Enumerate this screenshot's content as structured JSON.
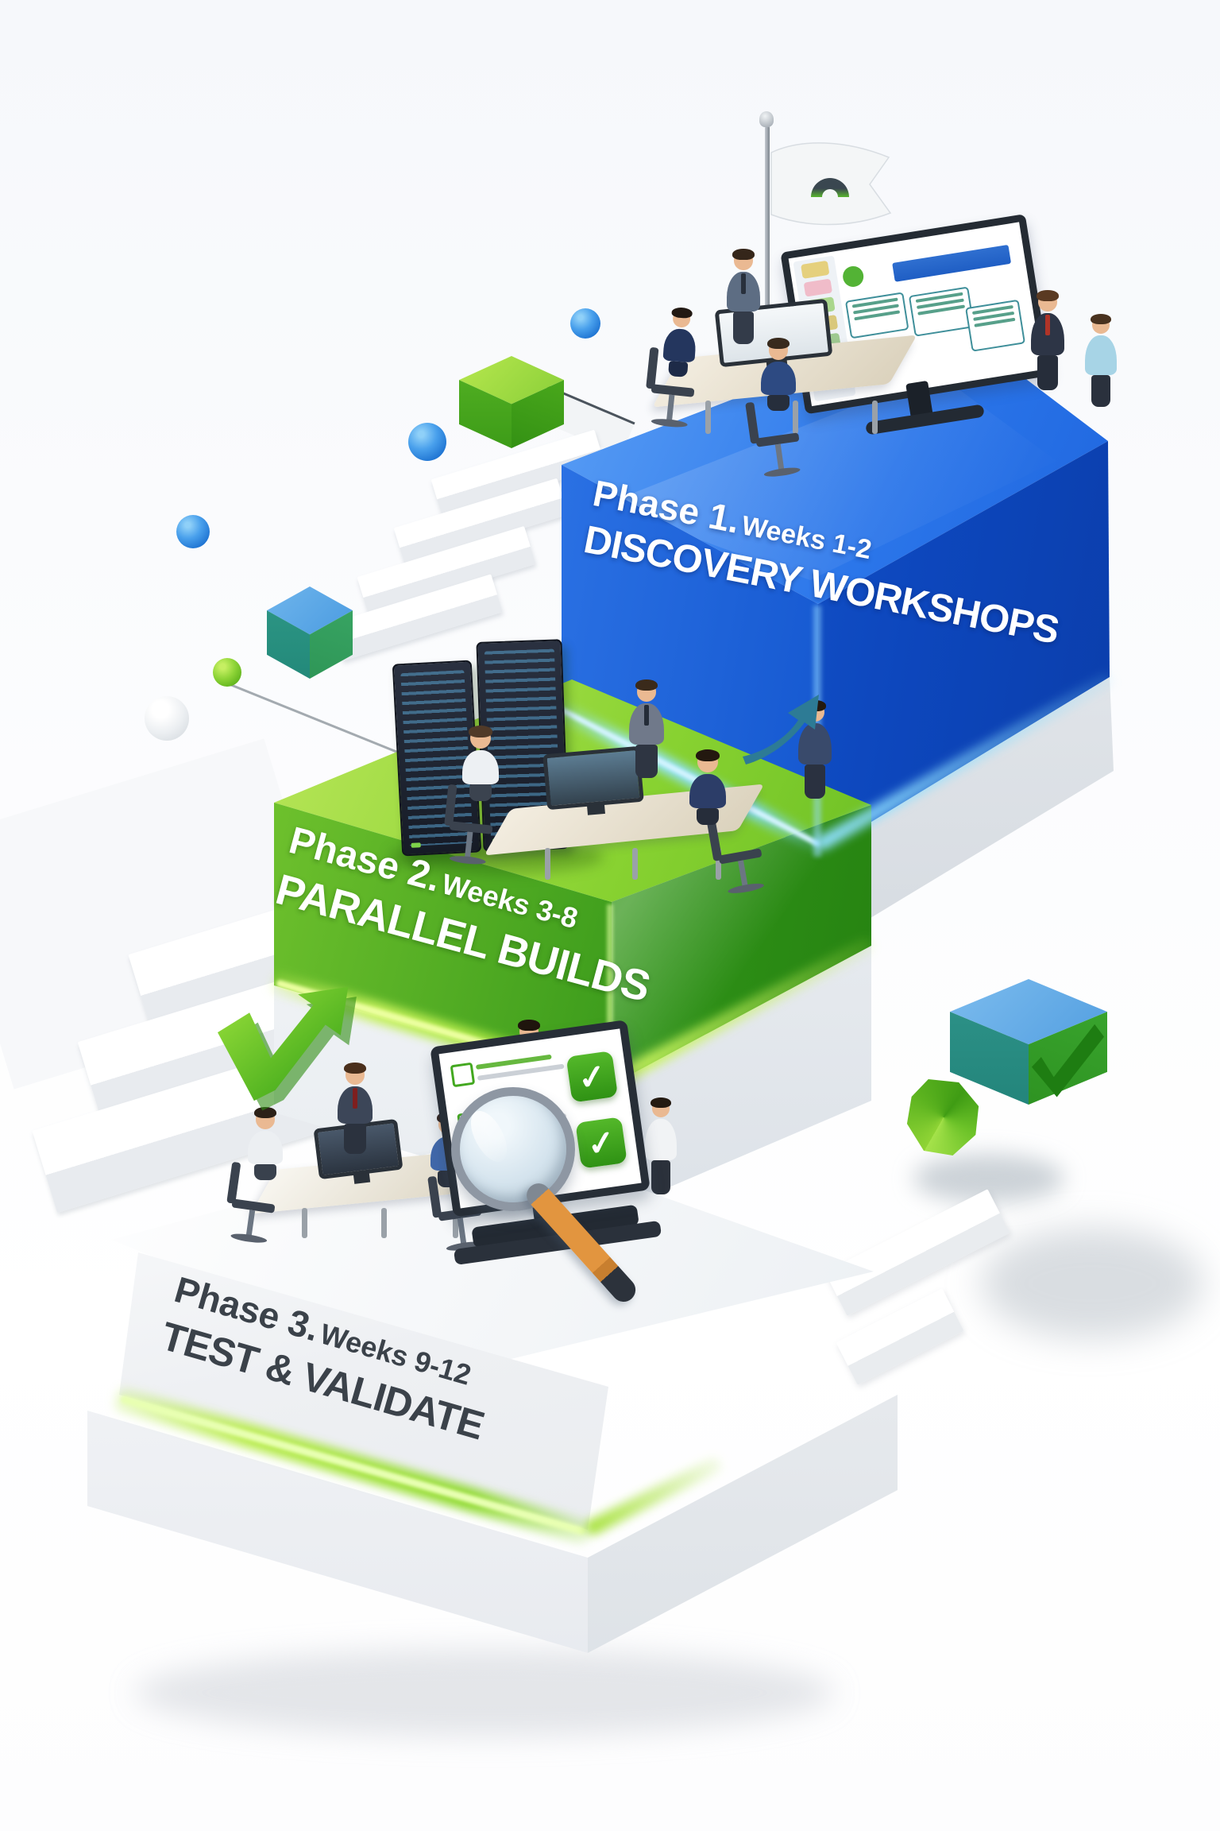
{
  "meta": {
    "description": "Isometric 3D infographic of a three-phase project roadmap rendered as stacked glowing blocks with miniature team scenes",
    "style": "3d-isometric-infographic"
  },
  "palette": {
    "phase1_blue": "#1254cd",
    "phase1_glow_cyan": "#7fd9ff",
    "phase2_green": "#3f9e1d",
    "phase2_glow_lime": "#cdf25e",
    "phase3_white": "#eef0f3",
    "phase3_glow_green": "#9ade35",
    "background": "#fafbfd",
    "text_light": "#ffffff",
    "text_dark": "#3b424a"
  },
  "phases": [
    {
      "phase_label": "Phase 1.",
      "weeks_label": "Weeks 1-2",
      "title": "DISCOVERY WORKSHOPS",
      "block_color": "blue",
      "scene": "team meeting at conference table with presentation screen and milestone flag"
    },
    {
      "phase_label": "Phase 2.",
      "weeks_label": "Weeks 3-8",
      "title": "PARALLEL BUILDS",
      "block_color": "green",
      "scene": "developers working at table beside two server racks"
    },
    {
      "phase_label": "Phase 3.",
      "weeks_label": "Weeks 9-12",
      "title": "TEST & VALIDATE",
      "block_color": "white",
      "scene": "QA team with checklist screen and large magnifying glass"
    }
  ],
  "decorations": [
    {
      "name": "milestone-flag",
      "logo": "arch-logo",
      "cloth": "#f4f6f7",
      "arch_dark": "#3a4750",
      "arch_green": "#58b52e"
    },
    {
      "name": "curved-arrow-teal",
      "color": "#2d7b95"
    },
    {
      "name": "check-growth-arrow-green",
      "color": "#55b61e"
    },
    {
      "name": "green-cube",
      "color": "#7cc832"
    },
    {
      "name": "blue-green-cube",
      "color": "#3f93dd"
    },
    {
      "name": "checkmark-cube",
      "color": "#39a52e"
    },
    {
      "name": "green-polyhedron",
      "color": "#5cb31f"
    },
    {
      "name": "blue-sphere",
      "color": "#2f8de4"
    },
    {
      "name": "green-sphere",
      "color": "#8ed437"
    },
    {
      "name": "white-sphere",
      "color": "#eceff2"
    },
    {
      "name": "white-staircase",
      "color": "#ffffff"
    }
  ]
}
